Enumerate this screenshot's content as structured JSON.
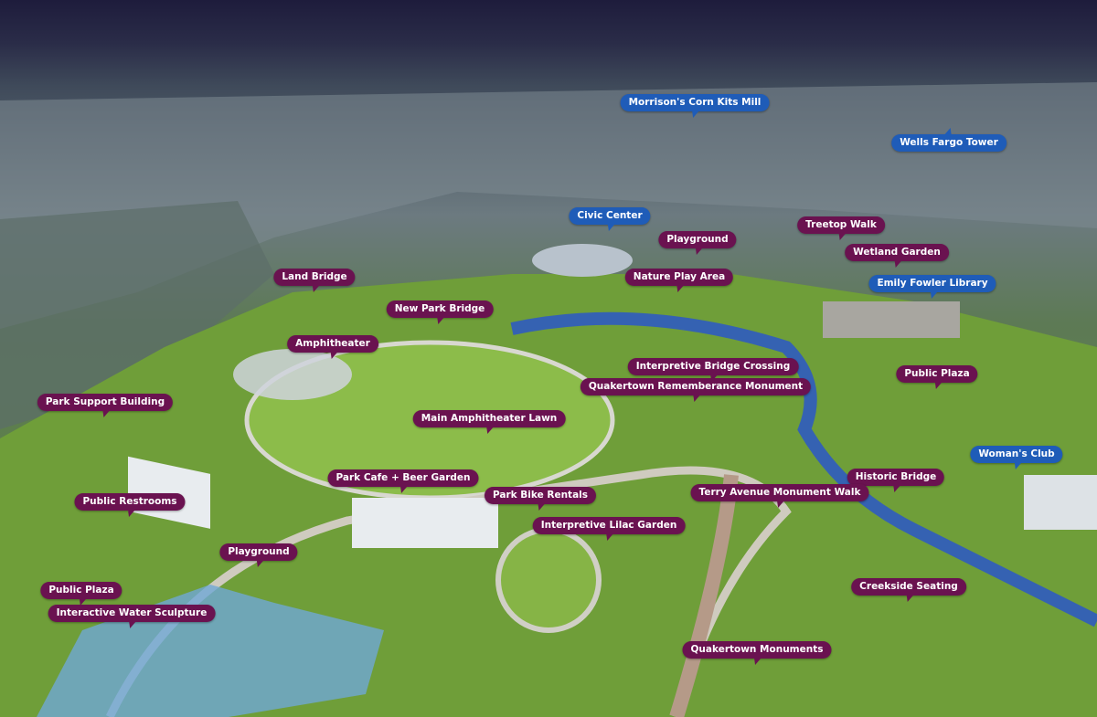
{
  "colors": {
    "feature_label": "#6a1250",
    "landmark_label": "#1f5cb8",
    "sky": "#1e1c3c",
    "lawn": "#7fae3e",
    "creek": "#2b57c8"
  },
  "landmarks": [
    {
      "label": "Morrison's Corn Kits Mill"
    },
    {
      "label": "Wells Fargo Tower"
    },
    {
      "label": "Civic Center"
    },
    {
      "label": "Emily Fowler Library"
    },
    {
      "label": "Woman's Club"
    }
  ],
  "features": [
    {
      "label": "Treetop Walk"
    },
    {
      "label": "Playground"
    },
    {
      "label": "Wetland Garden"
    },
    {
      "label": "Land Bridge"
    },
    {
      "label": "Nature Play Area"
    },
    {
      "label": "New Park Bridge"
    },
    {
      "label": "Amphitheater"
    },
    {
      "label": "Interpretive Bridge Crossing"
    },
    {
      "label": "Public Plaza"
    },
    {
      "label": "Quakertown Rememberance Monument"
    },
    {
      "label": "Park Support Building"
    },
    {
      "label": "Main Amphitheater Lawn"
    },
    {
      "label": "Historic Bridge"
    },
    {
      "label": "Park Cafe + Beer Garden"
    },
    {
      "label": "Terry Avenue Monument Walk"
    },
    {
      "label": "Park Bike Rentals"
    },
    {
      "label": "Public Restrooms"
    },
    {
      "label": "Interpretive Lilac Garden"
    },
    {
      "label": "Playground"
    },
    {
      "label": "Creekside Seating"
    },
    {
      "label": "Public Plaza"
    },
    {
      "label": "Interactive Water Sculpture"
    },
    {
      "label": "Quakertown Monuments"
    }
  ]
}
